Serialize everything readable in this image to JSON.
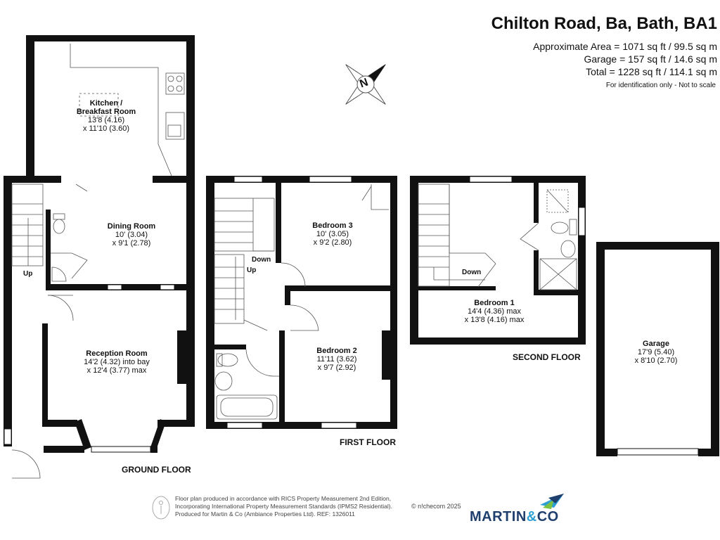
{
  "header": {
    "title": "Chilton Road, Ba, Bath, BA1",
    "area_lines": [
      "Approximate Area = 1071 sq ft / 99.5 sq m",
      "Garage = 157 sq ft / 14.6 sq m",
      "Total = 1228 sq ft / 114.1 sq m"
    ],
    "note": "For identification only - Not to scale"
  },
  "compass": {
    "letter": "N"
  },
  "rooms": {
    "kitchen": {
      "name_1": "Kitchen /",
      "name_2": "Breakfast Room",
      "dim1": "13'8 (4.16)",
      "dim2": "x 11'10 (3.60)"
    },
    "dining": {
      "name": "Dining Room",
      "dim1": "10' (3.04)",
      "dim2": "x 9'1 (2.78)"
    },
    "reception": {
      "name": "Reception Room",
      "dim1": "14'2 (4.32) into bay",
      "dim2": "x 12'4 (3.77) max"
    },
    "bedroom3": {
      "name": "Bedroom 3",
      "dim1": "10' (3.05)",
      "dim2": "x 9'2 (2.80)"
    },
    "bedroom2": {
      "name": "Bedroom 2",
      "dim1": "11'11 (3.62)",
      "dim2": "x 9'7 (2.92)"
    },
    "bedroom1": {
      "name": "Bedroom 1",
      "dim1": "14'4 (4.36) max",
      "dim2": "x 13'8 (4.16) max"
    },
    "garage": {
      "name": "Garage",
      "dim1": "17'9 (5.40)",
      "dim2": "x 8'10 (2.70)"
    }
  },
  "stairs": {
    "up": "Up",
    "down": "Down"
  },
  "floors": {
    "ground": "GROUND FLOOR",
    "first": "FIRST FLOOR",
    "second": "SECOND FLOOR"
  },
  "footer": {
    "line1": "Floor plan produced in accordance with RICS Property Measurement 2nd Edition,",
    "line2": "Incorporating International Property Measurement Standards (IPMS2 Residential).",
    "line3": "Produced for Martin & Co (Ambiance Properties Ltd).   REF:  1326011",
    "copyright": "© n!checom 2025",
    "brand_a": "MARTIN",
    "brand_amp": "&",
    "brand_b": "CO"
  },
  "colors": {
    "wall": "#111111",
    "brand_navy": "#1f3f6e",
    "brand_blue": "#2e9fd3",
    "brand_green": "#7cc242"
  }
}
